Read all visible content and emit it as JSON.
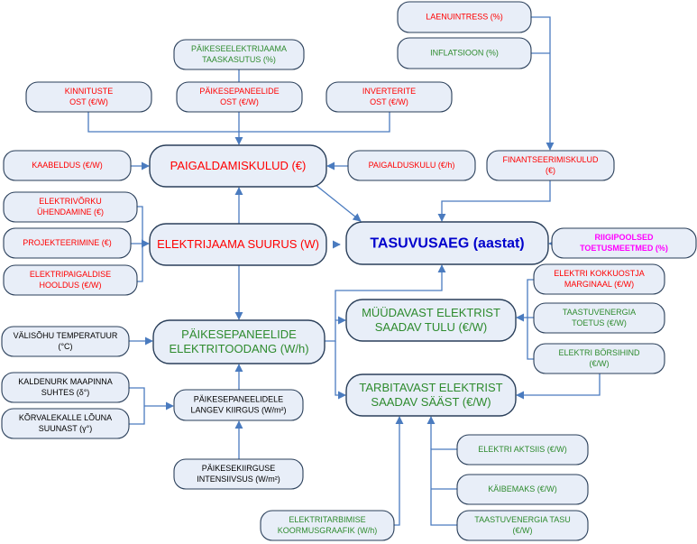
{
  "colors": {
    "node_fill": "#e8eef8",
    "node_stroke": "#2a3f5a",
    "edge": "#4a7bbf",
    "red": "#ff0000",
    "green": "#2e8b2e",
    "blue": "#0000cc",
    "magenta": "#ff00ff"
  },
  "nodes": [
    {
      "id": "laenuintress",
      "lines": [
        "LAENUINTRESS (%)"
      ],
      "color": "red"
    },
    {
      "id": "inflatsioon",
      "lines": [
        "INFLATSIOON (%)"
      ],
      "color": "green"
    },
    {
      "id": "paikesetaaskasutus",
      "lines": [
        "PÄIKESEELEKTRIJAAMA",
        "TAASKASUTUS (%)"
      ],
      "color": "green"
    },
    {
      "id": "kinnitused",
      "lines": [
        "KINNITUSTE",
        "OST (€/W)"
      ],
      "color": "red"
    },
    {
      "id": "paneelideost",
      "lines": [
        "PÄIKESEPANEELIDE",
        "OST (€/W)"
      ],
      "color": "red"
    },
    {
      "id": "inverterid",
      "lines": [
        "INVERTERITE",
        "OST (€/W)"
      ],
      "color": "red"
    },
    {
      "id": "kaabeldus",
      "lines": [
        "KAABELDUS (€/W)"
      ],
      "color": "red"
    },
    {
      "id": "paigaldamiskulud",
      "lines": [
        "PAIGALDAMISKULUD (€)"
      ],
      "color": "red",
      "big": true
    },
    {
      "id": "paigalduskulu",
      "lines": [
        "PAIGALDUSKULU (€/h)"
      ],
      "color": "red"
    },
    {
      "id": "finantseerimiskulud",
      "lines": [
        "FINANTSEERIMISKULUD",
        "(€)"
      ],
      "color": "red"
    },
    {
      "id": "vorkuyhendamine",
      "lines": [
        "ELEKTRIVÕRKU",
        "ÜHENDAMINE (€)"
      ],
      "color": "red"
    },
    {
      "id": "projekteerimine",
      "lines": [
        "PROJEKTEERIMINE (€)"
      ],
      "color": "red"
    },
    {
      "id": "hooldus",
      "lines": [
        "ELEKTRIPAIGALDISE",
        "HOOLDUS (€/W)"
      ],
      "color": "red"
    },
    {
      "id": "suurus",
      "lines": [
        "ELEKTRIJAAMA SUURUS (W)"
      ],
      "color": "red",
      "big": true
    },
    {
      "id": "tasuvusaeg",
      "lines": [
        "TASUVUSAEG (aastat)"
      ],
      "color": "blue",
      "big": true,
      "bold": true
    },
    {
      "id": "toetusmeetmed",
      "lines": [
        "RIIGIPOOLSED",
        "TOETUSMEETMED (%)"
      ],
      "color": "magenta",
      "bold": true
    },
    {
      "id": "marginaal",
      "lines": [
        "ELEKTRI KOKKUOSTJA",
        "MARGINAAL (€/W)"
      ],
      "color": "red"
    },
    {
      "id": "taastuvtoetus",
      "lines": [
        "TAASTUVENERGIA",
        "TOETUS (€/W)"
      ],
      "color": "green"
    },
    {
      "id": "borsihind",
      "lines": [
        "ELEKTRI BÖRSIHIND",
        "(€/W)"
      ],
      "color": "green"
    },
    {
      "id": "muudavtulu",
      "lines": [
        "MÜÜDAVAST ELEKTRIST",
        "SAADAV TULU  (€/W)"
      ],
      "color": "green",
      "big": true
    },
    {
      "id": "valisohu",
      "lines": [
        "VÄLISÕHU TEMPERATUUR",
        "(°C)"
      ],
      "color": "black"
    },
    {
      "id": "elektritoodang",
      "lines": [
        "PÄIKESEPANEELIDE",
        "ELEKTRITOODANG (W/h)"
      ],
      "color": "green",
      "big": true
    },
    {
      "id": "tarbitavsaast",
      "lines": [
        "TARBITAVAST ELEKTRIST",
        "SAADAV SÄÄST  (€/W)"
      ],
      "color": "green",
      "big": true
    },
    {
      "id": "kaldenurk",
      "lines": [
        "KALDENURK MAAPINNA",
        "SUHTES (δ°)"
      ],
      "color": "black"
    },
    {
      "id": "korvalekalle",
      "lines": [
        "KÕRVALEKALLE LÕUNA",
        "SUUNAST  (γ°)"
      ],
      "color": "black"
    },
    {
      "id": "langevkiirgus",
      "lines": [
        "PÄIKESEPANEELIDELE",
        "LANGEV KIIRGUS (W/m²)"
      ],
      "color": "black"
    },
    {
      "id": "aktsiis",
      "lines": [
        "ELEKTRI AKTSIIS (€/W)"
      ],
      "color": "green"
    },
    {
      "id": "kaibemaks",
      "lines": [
        "KÄIBEMAKS (€/W)"
      ],
      "color": "green"
    },
    {
      "id": "kiirguseintensiivsus",
      "lines": [
        "PÄIKESEKIIRGUSE",
        "INTENSIIVSUS (W/m²)"
      ],
      "color": "black"
    },
    {
      "id": "taastuvtasu",
      "lines": [
        "TAASTUVENERGIA TASU",
        "(€/W)"
      ],
      "color": "green"
    },
    {
      "id": "koormusgraafik",
      "lines": [
        "ELEKTRITARBIMISE",
        "KOORMUSGRAAFIK (W/h)"
      ],
      "color": "green"
    }
  ]
}
